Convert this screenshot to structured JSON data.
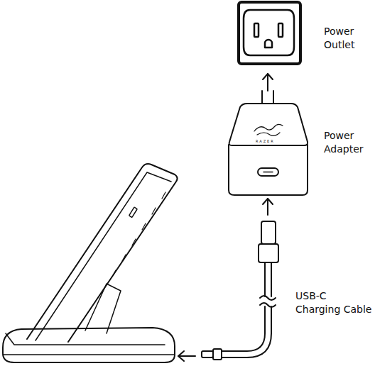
{
  "diagram": {
    "labels": [
      "Power Outlet",
      "Power Adapter",
      "USB-C Charging Cable",
      "RAZER"
    ]
  }
}
